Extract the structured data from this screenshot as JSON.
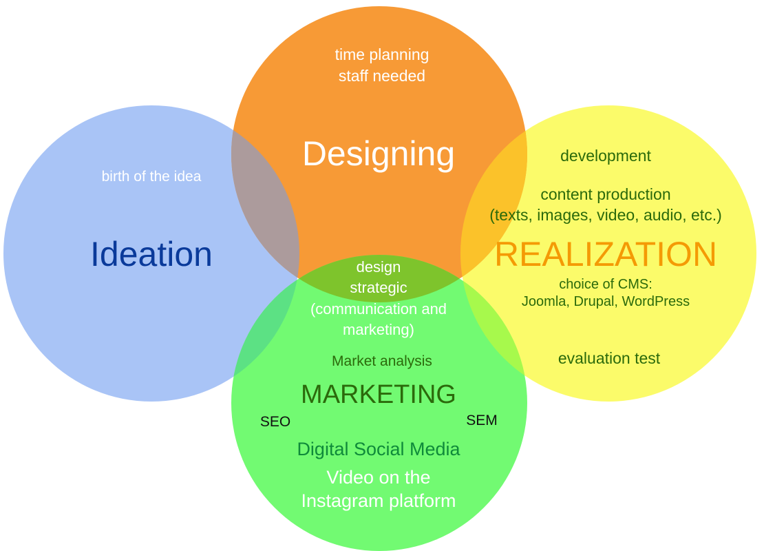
{
  "colors": {
    "ideation": "#a9c4f6",
    "designing": "#f79a36",
    "realization": "#fbfb6a",
    "marketing": "#72fa72",
    "overlap_ideation_designing": "#ac9b9c",
    "overlap_designing_realization": "#fbc22a",
    "overlap_marketing_ideation": "#5ce184",
    "overlap_marketing_realization": "#a7f94c",
    "overlap_designing_marketing": "#7ec42c",
    "text_white": "#ffffff",
    "text_dark_blue": "#0a3a9a",
    "text_dark_green": "#2b6a0b",
    "text_orange": "#f49a05",
    "text_teal_green": "#0f8a3a",
    "text_black": "#111111"
  },
  "ideation": {
    "title": "Ideation",
    "sub": "birth of the idea"
  },
  "designing": {
    "title": "Designing",
    "line1": "time planning",
    "line2": "staff needed"
  },
  "realization": {
    "title": "REALIZATION",
    "development": "development",
    "content1": "content production",
    "content2": "(texts, images, video, audio, etc.)",
    "cms1": "choice of CMS:",
    "cms2": "Joomla, Drupal, WordPress",
    "evaluation": "evaluation test"
  },
  "center": {
    "line1": "design",
    "line2": "strategic",
    "line3": "(communication and",
    "line4": "marketing)"
  },
  "marketing": {
    "title": "MARKETING",
    "analysis": "Market analysis",
    "seo": "SEO",
    "sem": "SEM",
    "social": "Digital Social Media",
    "video1": "Video on the",
    "video2": "Instagram platform"
  }
}
